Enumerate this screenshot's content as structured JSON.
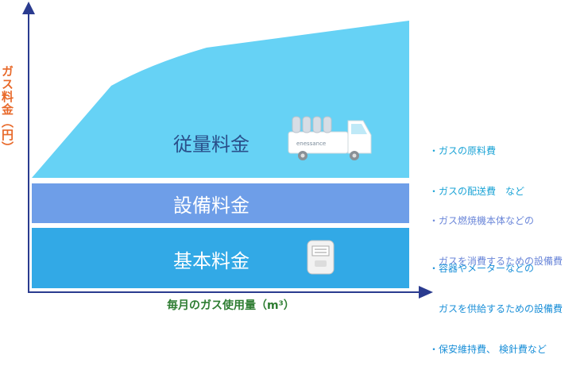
{
  "axes": {
    "y_label": "ガス料金（円）",
    "x_label": "毎月のガス使用量（m³）"
  },
  "bands": {
    "usage": {
      "label": "従量料金",
      "color": "#66d2f5"
    },
    "equipment": {
      "label": "設備料金",
      "color": "#6e9ee8"
    },
    "base": {
      "label": "基本料金",
      "color": "#32a9e6"
    }
  },
  "truck": {
    "text": "enessance"
  },
  "notes": {
    "usage": [
      "・ガスの原料費",
      "・ガスの配送費　など"
    ],
    "equipment": [
      "・ガス燃焼機本体などの",
      "　ガスを消費するための設備費"
    ],
    "base": [
      "・容器やメーターなどの",
      "　ガスを供給するための設備費",
      "・保安維持費、 検針費など"
    ]
  },
  "colors": {
    "axis": "#2a3b8f",
    "note_usage": "#1aa3d6",
    "note_equipment": "#6a86d9",
    "note_base": "#1a8fd8"
  }
}
